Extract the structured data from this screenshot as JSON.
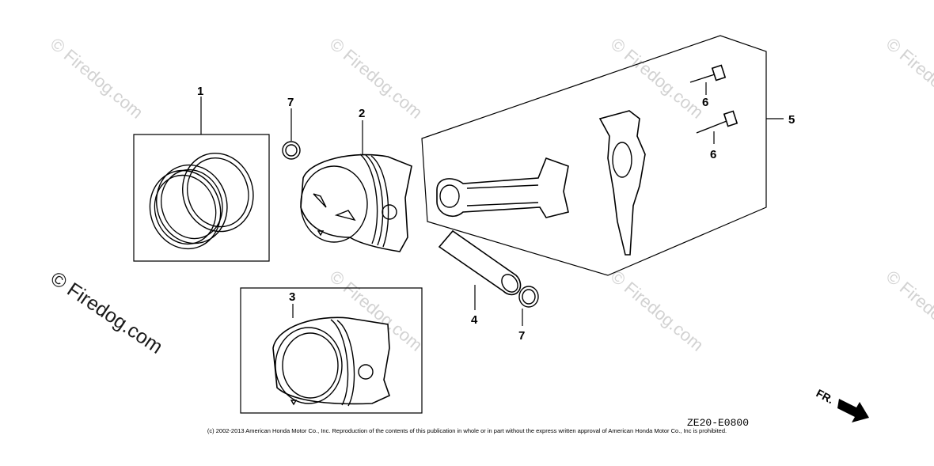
{
  "diagram": {
    "callouts": {
      "c1": "1",
      "c2": "2",
      "c3": "3",
      "c4": "4",
      "c5": "5",
      "c6a": "6",
      "c6b": "6",
      "c7a": "7",
      "c7b": "7"
    },
    "diagram_code": "ZE20-E0800",
    "front_label": "FR.",
    "watermark_main": "© Firedog.com",
    "watermark_faint": "© Firedog.com",
    "copyright": "(c) 2002-2013 American Honda Motor Co., Inc. Reproduction of the contents of this publication in whole or in part without the express written approval of American Honda Motor Co., Inc is prohibited."
  }
}
